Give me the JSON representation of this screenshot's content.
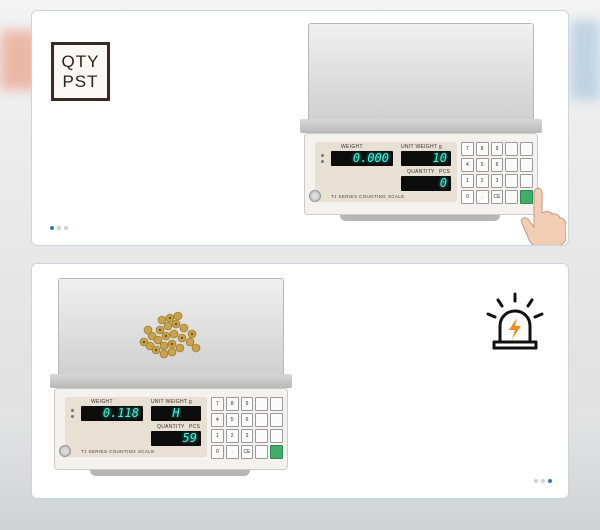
{
  "badge": {
    "line1": "QTY",
    "line2": "PST"
  },
  "scale_top": {
    "labels": {
      "weight": "WEIGHT",
      "unit_weight": "UNIT WEIGHT g",
      "quantity": "QUANTITY",
      "pcs": "PCS"
    },
    "weight": "0.000",
    "unit_weight": "10",
    "quantity": "0",
    "model": "TJ SERIES COUNTING SCALE"
  },
  "scale_bottom": {
    "labels": {
      "weight": "WEIGHT",
      "unit_weight": "UNIT WEIGHT g",
      "quantity": "QUANTITY",
      "pcs": "PCS"
    },
    "weight": "0.118",
    "unit_weight": "H",
    "quantity": "59",
    "model": "TJ SERIES COUNTING SCALE"
  },
  "keypad_keys": [
    "7",
    "8",
    "9",
    "",
    "",
    "4",
    "5",
    "6",
    "",
    "",
    "1",
    "2",
    "3",
    "",
    "",
    "0",
    ".",
    "CE",
    "",
    ""
  ],
  "icons": {
    "hand": "hand-pressing-key-icon",
    "alarm": "alarm-light-icon",
    "nuts": "brass-nuts-image"
  },
  "colors": {
    "display_digits": "#3ff0d8",
    "accent": "#2b7db6",
    "alarm_orange": "#f08a1c"
  }
}
